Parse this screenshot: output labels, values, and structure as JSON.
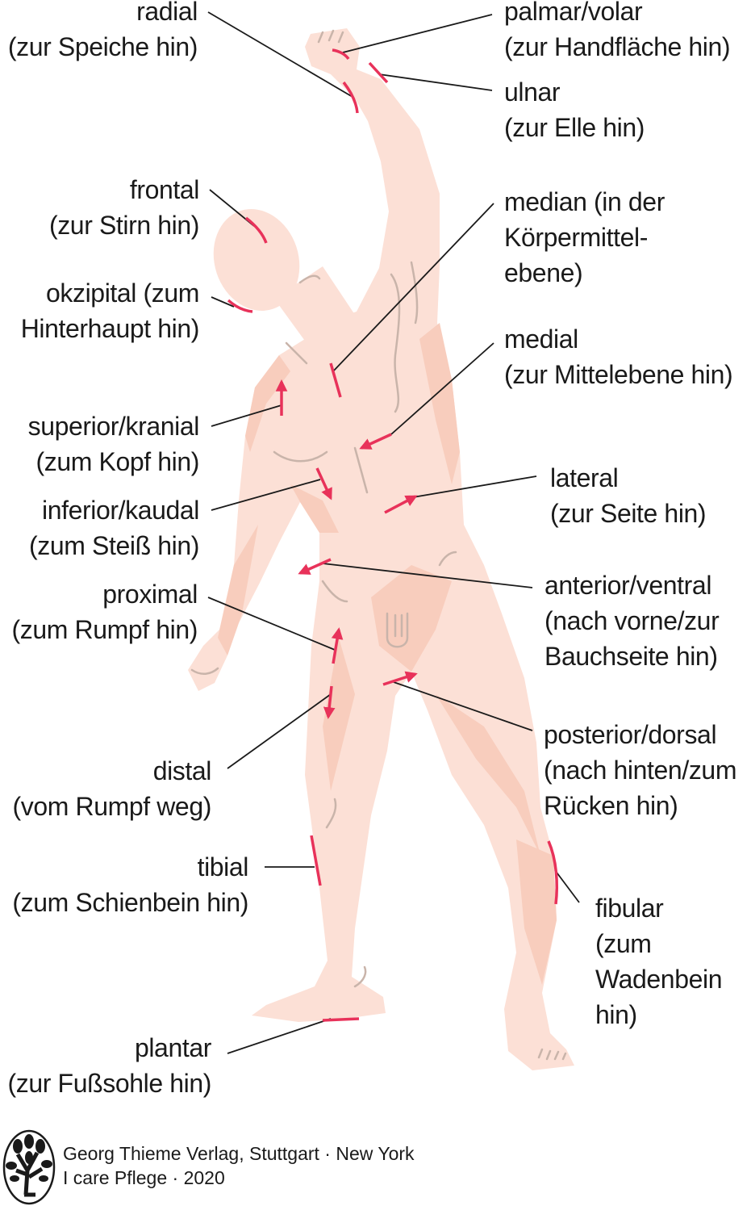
{
  "labels": {
    "radial": [
      "radial",
      "(zur Speiche hin)"
    ],
    "frontal": [
      "frontal",
      "(zur Stirn hin)"
    ],
    "okzipital": [
      "okzipital (zum",
      "Hinterhaupt hin)"
    ],
    "superior": [
      "superior/kranial",
      "(zum Kopf hin)"
    ],
    "inferior": [
      "inferior/kaudal",
      "(zum Steiß hin)"
    ],
    "proximal": [
      "proximal",
      "(zum Rumpf hin)"
    ],
    "distal": [
      "distal",
      "(vom Rumpf weg)"
    ],
    "tibial": [
      "tibial",
      "(zum Schienbein hin)"
    ],
    "plantar": [
      "plantar",
      "(zur Fußsohle hin)"
    ],
    "palmar": [
      "palmar/volar",
      "(zur Handfläche hin)"
    ],
    "ulnar": [
      "ulnar",
      "(zur Elle hin)"
    ],
    "median": [
      "median (in der",
      "Körpermittel-",
      "ebene)"
    ],
    "medial": [
      "medial",
      "(zur Mittelebene hin)"
    ],
    "lateral": [
      "lateral",
      "(zur Seite hin)"
    ],
    "anterior": [
      "anterior/ventral",
      "(nach vorne/zur",
      "Bauchseite hin)"
    ],
    "posterior": [
      "posterior/dorsal",
      "(nach hinten/zum",
      "Rücken hin)"
    ],
    "fibular": [
      "fibular",
      "(zum",
      "Wadenbein",
      "hin)"
    ]
  },
  "footer": {
    "line1": "Georg Thieme Verlag, Stuttgart · New York",
    "line2": "I care Pflege · 2020",
    "logo": "tree-logo"
  },
  "colors": {
    "skin": "#fce0d6",
    "skin_shadow": "#f8cdbd",
    "marker": "#e8325a",
    "contour": "#c9b4aa",
    "leader": "#1a1a1a"
  }
}
